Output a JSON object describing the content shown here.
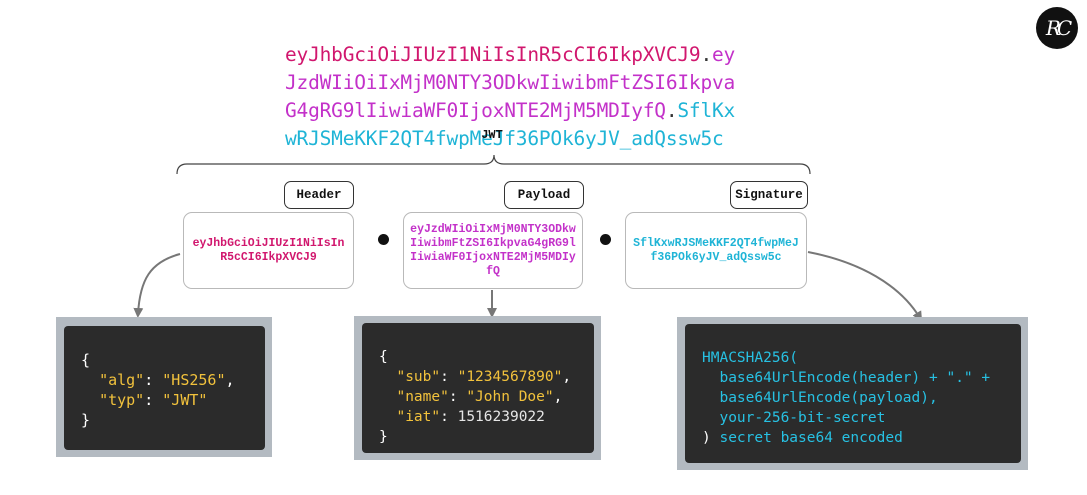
{
  "token": {
    "line1_header": "eyJhbGciOiJIUzI1NiIsInR5cCI6IkpXVCJ9",
    "line1_dot": ".",
    "line1_payload": "ey",
    "line2_payload": "JzdWIiOiIxMjM0NTY3ODkwIiwibmFtZSI6Ikpva",
    "line3_payload": "G4gRG9lIiwiaWF0IjoxNTE2MjM5MDIyfQ",
    "line3_dot": ".",
    "line3_sig": "SflKx",
    "line4_sig": "wRJSMeKKF2QT4fwpMeJf36POk6yJV_adQssw5c"
  },
  "jwt_label": "JWT",
  "parts": [
    {
      "tag": "Header",
      "value": "eyJhbGciOiJIUzI1NiIsInR5cCI6IkpXVCJ9",
      "color": "#d1176e"
    },
    {
      "tag": "Payload",
      "value": "eyJzdWIiOiIxMjM0NTY3ODkwIiwibmFtZSI6IkpvaG4gRG9lIiwiaWF0IjoxNTE2MjM5MDIyfQ",
      "color": "#c331c9"
    },
    {
      "tag": "Signature",
      "value": "SflKxwRJSMeKKF2QT4fwpMeJf36POk6yJV_adQssw5c",
      "color": "#1fb4d6"
    }
  ],
  "header_code": {
    "open": "{",
    "alg_key": "\"alg\"",
    "alg_val": "\"HS256\"",
    "typ_key": "\"typ\"",
    "typ_val": "\"JWT\"",
    "close": "}"
  },
  "payload_code": {
    "open": "{",
    "sub_key": "\"sub\"",
    "sub_val": "\"1234567890\"",
    "name_key": "\"name\"",
    "name_val": "\"John Doe\"",
    "iat_key": "\"iat\"",
    "iat_val": "1516239022",
    "close": "}"
  },
  "signature_code": {
    "fn": "HMACSHA256(",
    "enc1": "base64UrlEncode(",
    "arg1": "header",
    "plus1": ") + \".\" +",
    "enc2": "base64UrlEncode(",
    "arg2": "payload",
    "close2": "),",
    "secret": "your-256-bit-secret",
    "close_paren": ")",
    "tail": "secret base64 encoded"
  },
  "logo_text": "RC",
  "colors": {
    "header": "#d1176e",
    "payload": "#c331c9",
    "signature": "#1fb4d6",
    "code_bg": "#2b2b2b",
    "code_frame": "#b3bac1",
    "code_string": "#f2c23c",
    "code_fn": "#27c1e3"
  }
}
